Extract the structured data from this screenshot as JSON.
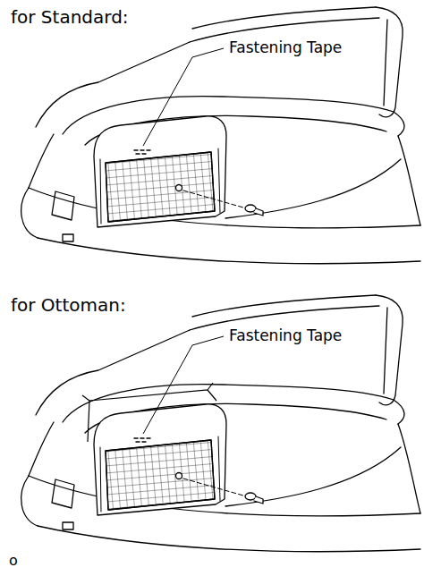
{
  "diagram": {
    "labels": [
      "for Standard:",
      "Fastening Tape",
      "for Ottoman:",
      "Fastening Tape",
      "o"
    ]
  }
}
